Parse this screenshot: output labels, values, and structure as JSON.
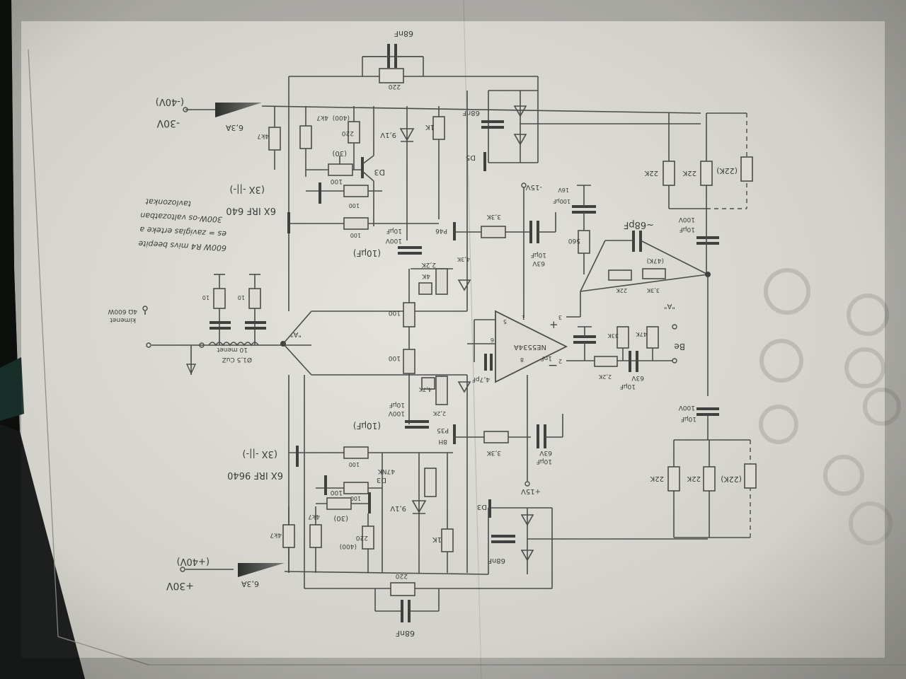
{
  "top": {
    "cap_label": "68nF",
    "res_label": "220",
    "supply_volt": "-30V",
    "supply_alt": "(-40V)",
    "fuse_label": "6,3A",
    "r_gate_a": "4k7",
    "r_gate_b": "4k7",
    "r_drive": "220",
    "r_drive_alt": "(400)",
    "pot_label": "100",
    "pot_alt": "(30)",
    "transistor": "D3",
    "zener": "9,1V",
    "r_1k": "1K",
    "cap_hf": "68nF",
    "driver": "D5",
    "r_100a": "100",
    "r_100b": "100",
    "mosfet": "6X IRF 640",
    "mosfet_alt": "(3X -||-)",
    "cap_bias": "10µF",
    "cap_bias_v": "100V",
    "cap_bias_alt": "(10µF)",
    "r_4k": "4K",
    "r_pot_a": "2,2K",
    "r_4k3": "4,3K",
    "transistor_b": "P46",
    "r_33k": "3,3K",
    "cap_10u": "10µF",
    "cap_10u_v": "63V",
    "rail": "-15V",
    "cap_100u": "100µF",
    "cap_100u_v": "16V",
    "r_560": "560",
    "cap_68p": "~68pF",
    "cap_fb": "10µF",
    "cap_fb_v": "100V",
    "r_22k_a": "22K",
    "r_22k_b": "22K",
    "r_22k_c": "(22K)"
  },
  "mid": {
    "note1": "600W R4 mivs beepite",
    "note2": "es = zaviglas erteke a",
    "note3": "300W-os valtozatban",
    "note4": "tavlozonkat",
    "r_10a": "10",
    "r_10b": "10",
    "out_label": "kimenet",
    "out_spec": "4Ω 600W",
    "coil": "Ø1,5 CuZ",
    "coil_turns": "10 menet",
    "node": "\"A\"",
    "r_100a": "100",
    "r_100b": "100",
    "opamp": "NE5534A",
    "pin1": "1",
    "pin5": "5",
    "pin6": "6",
    "pin3": "3",
    "pin2": "2",
    "pin8": "8",
    "cap_pin": "4,7pF",
    "cap_1n": "1nF",
    "r_22k": "2,2K",
    "r_33k": "3,3K",
    "node_a": "\"A\"",
    "r_22k_fb": "22K",
    "r_47k_fb": "(47K)",
    "r_22k_in": "22K",
    "r_33k_in": "33K",
    "r_47k_in": "47K",
    "cap_in": "10µF",
    "cap_in_v": "63V",
    "be": "Be",
    "r_47k_pot": "4,7K",
    "r_22k_pot": "2,2K"
  },
  "bot": {
    "cap_label": "68nF",
    "res_label": "220",
    "supply_volt": "+30V",
    "supply_alt": "(+40V)",
    "fuse_label": "6,3A",
    "r_gate_a": "4k7",
    "r_gate_b": "4k7",
    "r_drive": "220",
    "r_drive_alt": "(400)",
    "pot_label": "100",
    "pot_alt": "(30)",
    "transistor": "D3",
    "transistor_alt": "47NK",
    "zener": "9,1V",
    "r_1k": "1K",
    "cap_hf": "68nF",
    "driver": "D3",
    "r_100a": "100",
    "r_100b": "100",
    "mosfet": "6X IRF 9640",
    "mosfet_alt": "(3X -||-)",
    "cap_bias": "10µF",
    "cap_bias_v": "100V",
    "cap_bias_alt": "(10µF)",
    "transistor_b": "P35",
    "transistor_b2": "8H",
    "r_33k": "3,3K",
    "cap_10u": "10µF",
    "cap_10u_v": "63V",
    "rail": "+15V",
    "cap_fb": "10µF",
    "cap_fb_v": "100V",
    "r_22k_a": "22K",
    "r_22k_b": "22K",
    "r_22k_c": "(22K)"
  }
}
